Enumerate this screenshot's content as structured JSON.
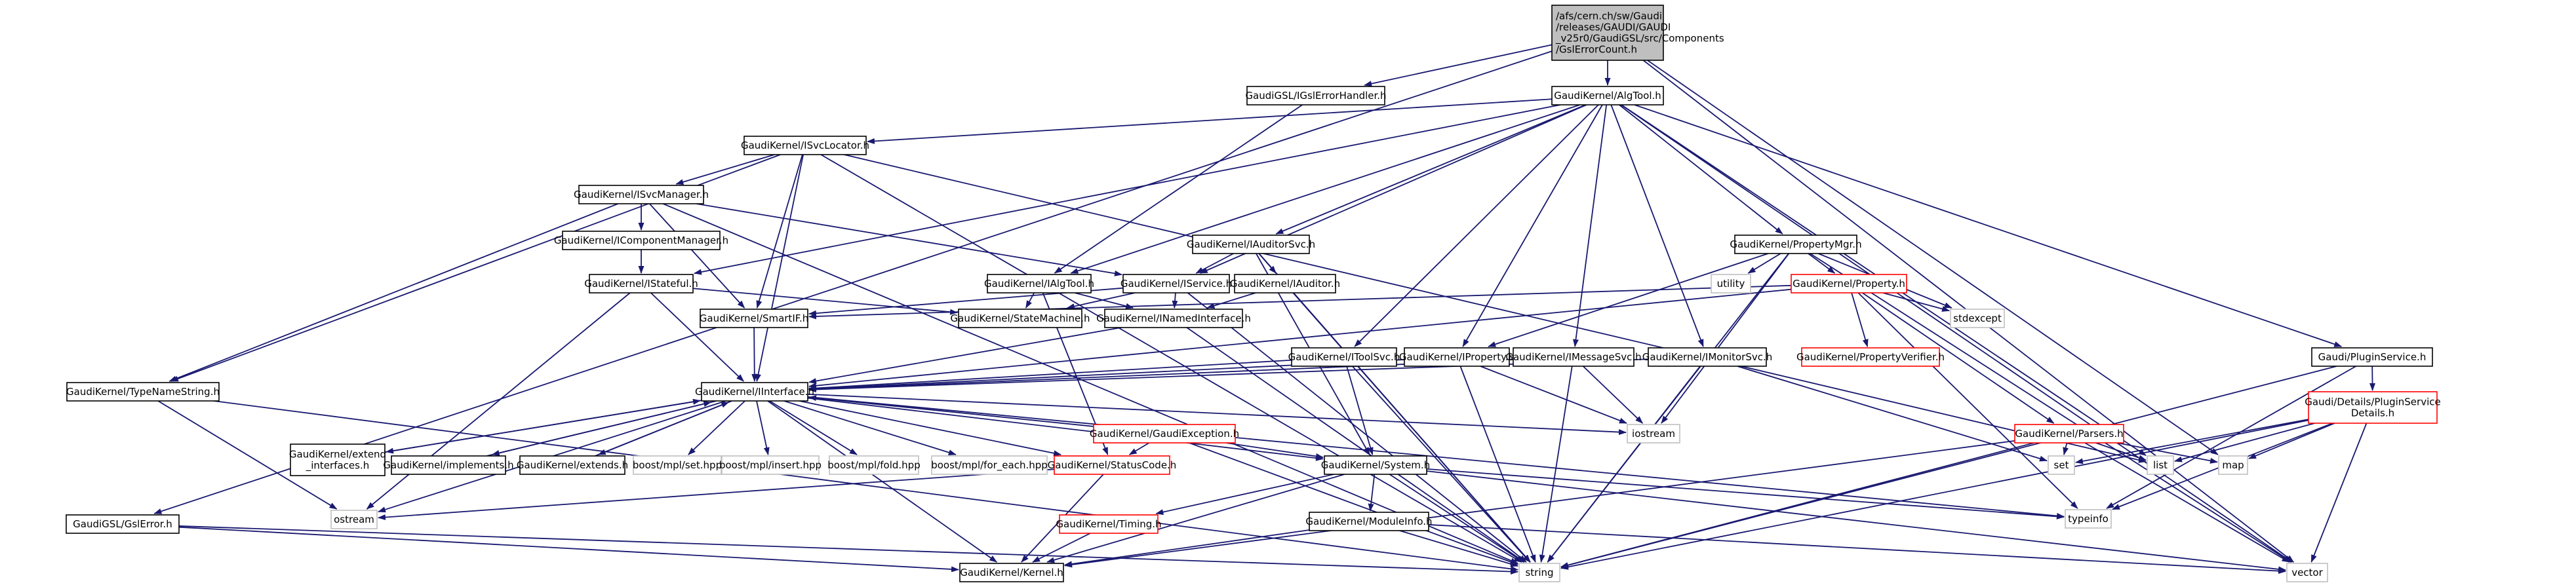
{
  "colors": {
    "edge": "#191970",
    "node_border": "#000000",
    "node_border_external": "#bfbfbf",
    "node_border_incomplete": "#ff0000",
    "root_fill": "#bfbfbf"
  },
  "nodes": [
    {
      "id": "root",
      "kind": "root",
      "lines": [
        "/afs/cern.ch/sw/Gaudi",
        "/releases/GAUDI/GAUDI",
        "_v25r0/GaudiGSL/src/Components",
        "/GslErrorCount.h"
      ]
    },
    {
      "id": "gslerrorhandler",
      "kind": "normal",
      "lines": [
        "GaudiGSL/IGslErrorHandler.h"
      ]
    },
    {
      "id": "algtool",
      "kind": "normal",
      "lines": [
        "GaudiKernel/AlgTool.h"
      ]
    },
    {
      "id": "isvclocator",
      "kind": "normal",
      "lines": [
        "GaudiKernel/ISvcLocator.h"
      ]
    },
    {
      "id": "isvcmanager",
      "kind": "normal",
      "lines": [
        "GaudiKernel/ISvcManager.h"
      ]
    },
    {
      "id": "icomponentmanager",
      "kind": "normal",
      "lines": [
        "GaudiKernel/IComponentManager.h"
      ]
    },
    {
      "id": "istateful",
      "kind": "normal",
      "lines": [
        "GaudiKernel/IStateful.h"
      ]
    },
    {
      "id": "iauditorsvc",
      "kind": "normal",
      "lines": [
        "GaudiKernel/IAuditorSvc.h"
      ]
    },
    {
      "id": "ialgtool",
      "kind": "normal",
      "lines": [
        "GaudiKernel/IAlgTool.h"
      ]
    },
    {
      "id": "iservice",
      "kind": "normal",
      "lines": [
        "GaudiKernel/IService.h"
      ]
    },
    {
      "id": "iauditor",
      "kind": "normal",
      "lines": [
        "GaudiKernel/IAuditor.h"
      ]
    },
    {
      "id": "propertymgr",
      "kind": "normal",
      "lines": [
        "GaudiKernel/PropertyMgr.h"
      ]
    },
    {
      "id": "utility",
      "kind": "external",
      "lines": [
        "utility"
      ]
    },
    {
      "id": "property",
      "kind": "incomplete",
      "lines": [
        "GaudiKernel/Property.h"
      ]
    },
    {
      "id": "stdexcept",
      "kind": "external",
      "lines": [
        "stdexcept"
      ]
    },
    {
      "id": "smartif",
      "kind": "normal",
      "lines": [
        "GaudiKernel/SmartIF.h"
      ]
    },
    {
      "id": "statemachine",
      "kind": "normal",
      "lines": [
        "GaudiKernel/StateMachine.h"
      ]
    },
    {
      "id": "inamedinterface",
      "kind": "normal",
      "lines": [
        "GaudiKernel/INamedInterface.h"
      ]
    },
    {
      "id": "itoolsvc",
      "kind": "normal",
      "lines": [
        "GaudiKernel/IToolSvc.h"
      ]
    },
    {
      "id": "iproperty",
      "kind": "normal",
      "lines": [
        "GaudiKernel/IProperty.h"
      ]
    },
    {
      "id": "imessagesvc",
      "kind": "normal",
      "lines": [
        "GaudiKernel/IMessageSvc.h"
      ]
    },
    {
      "id": "imonitorsvc",
      "kind": "normal",
      "lines": [
        "GaudiKernel/IMonitorSvc.h"
      ]
    },
    {
      "id": "propertyverifier",
      "kind": "incomplete",
      "lines": [
        "GaudiKernel/PropertyVerifier.h"
      ]
    },
    {
      "id": "pluginservice",
      "kind": "normal",
      "lines": [
        "Gaudi/PluginService.h"
      ]
    },
    {
      "id": "typenamestring",
      "kind": "normal",
      "lines": [
        "GaudiKernel/TypeNameString.h"
      ]
    },
    {
      "id": "iinterface",
      "kind": "normal",
      "lines": [
        "GaudiKernel/IInterface.h"
      ]
    },
    {
      "id": "gaudiexception",
      "kind": "incomplete",
      "lines": [
        "GaudiKernel/GaudiException.h"
      ]
    },
    {
      "id": "parsers",
      "kind": "incomplete",
      "lines": [
        "GaudiKernel/Parsers.h"
      ]
    },
    {
      "id": "psdetails",
      "kind": "incomplete",
      "lines": [
        "Gaudi/Details/PluginService",
        "Details.h"
      ]
    },
    {
      "id": "extend_interfaces",
      "kind": "normal",
      "lines": [
        "GaudiKernel/extend",
        "_interfaces.h"
      ]
    },
    {
      "id": "implements",
      "kind": "normal",
      "lines": [
        "GaudiKernel/implements.h"
      ]
    },
    {
      "id": "extends",
      "kind": "normal",
      "lines": [
        "GaudiKernel/extends.h"
      ]
    },
    {
      "id": "mpl_set",
      "kind": "external",
      "lines": [
        "boost/mpl/set.hpp"
      ]
    },
    {
      "id": "mpl_insert",
      "kind": "external",
      "lines": [
        "boost/mpl/insert.hpp"
      ]
    },
    {
      "id": "mpl_fold",
      "kind": "external",
      "lines": [
        "boost/mpl/fold.hpp"
      ]
    },
    {
      "id": "mpl_for_each",
      "kind": "external",
      "lines": [
        "boost/mpl/for_each.hpp"
      ]
    },
    {
      "id": "statuscode",
      "kind": "incomplete",
      "lines": [
        "GaudiKernel/StatusCode.h"
      ]
    },
    {
      "id": "system",
      "kind": "normal",
      "lines": [
        "GaudiKernel/System.h"
      ]
    },
    {
      "id": "iostream",
      "kind": "external",
      "lines": [
        "iostream"
      ]
    },
    {
      "id": "set",
      "kind": "external",
      "lines": [
        "set"
      ]
    },
    {
      "id": "list",
      "kind": "external",
      "lines": [
        "list"
      ]
    },
    {
      "id": "map",
      "kind": "external",
      "lines": [
        "map"
      ]
    },
    {
      "id": "ostream",
      "kind": "external",
      "lines": [
        "ostream"
      ]
    },
    {
      "id": "typeinfo",
      "kind": "external",
      "lines": [
        "typeinfo"
      ]
    },
    {
      "id": "timing",
      "kind": "incomplete",
      "lines": [
        "GaudiKernel/Timing.h"
      ]
    },
    {
      "id": "moduleinfo",
      "kind": "normal",
      "lines": [
        "GaudiKernel/ModuleInfo.h"
      ]
    },
    {
      "id": "gslerror",
      "kind": "normal",
      "lines": [
        "GaudiGSL/GslError.h"
      ]
    },
    {
      "id": "kernel",
      "kind": "normal",
      "lines": [
        "GaudiKernel/Kernel.h"
      ]
    },
    {
      "id": "string",
      "kind": "external",
      "lines": [
        "string"
      ]
    },
    {
      "id": "vector",
      "kind": "external",
      "lines": [
        "vector"
      ]
    }
  ],
  "edges": [
    [
      "root",
      "gslerrorhandler"
    ],
    [
      "root",
      "algtool"
    ],
    [
      "root",
      "gslerror"
    ],
    [
      "root",
      "map"
    ],
    [
      "root",
      "vector"
    ],
    [
      "gslerrorhandler",
      "ialgtool"
    ],
    [
      "algtool",
      "isvclocator"
    ],
    [
      "algtool",
      "ialgtool"
    ],
    [
      "algtool",
      "iservice"
    ],
    [
      "algtool",
      "iauditorsvc"
    ],
    [
      "algtool",
      "propertymgr"
    ],
    [
      "algtool",
      "itoolsvc"
    ],
    [
      "algtool",
      "iproperty"
    ],
    [
      "algtool",
      "imessagesvc"
    ],
    [
      "algtool",
      "imonitorsvc"
    ],
    [
      "algtool",
      "pluginservice"
    ],
    [
      "algtool",
      "istateful"
    ],
    [
      "algtool",
      "list"
    ],
    [
      "algtool",
      "vector"
    ],
    [
      "isvclocator",
      "isvcmanager"
    ],
    [
      "isvclocator",
      "smartif"
    ],
    [
      "isvclocator",
      "typenamestring"
    ],
    [
      "isvclocator",
      "iinterface"
    ],
    [
      "isvclocator",
      "list"
    ],
    [
      "isvclocator",
      "string"
    ],
    [
      "isvcmanager",
      "icomponentmanager"
    ],
    [
      "isvcmanager",
      "iservice"
    ],
    [
      "isvcmanager",
      "typenamestring"
    ],
    [
      "isvcmanager",
      "smartif"
    ],
    [
      "isvcmanager",
      "string"
    ],
    [
      "icomponentmanager",
      "istateful"
    ],
    [
      "istateful",
      "iinterface"
    ],
    [
      "istateful",
      "statemachine"
    ],
    [
      "istateful",
      "ostream"
    ],
    [
      "iauditorsvc",
      "iservice"
    ],
    [
      "iauditorsvc",
      "iauditor"
    ],
    [
      "iauditorsvc",
      "system"
    ],
    [
      "iauditorsvc",
      "string"
    ],
    [
      "ialgtool",
      "inamedinterface"
    ],
    [
      "ialgtool",
      "statemachine"
    ],
    [
      "ialgtool",
      "statuscode"
    ],
    [
      "iservice",
      "inamedinterface"
    ],
    [
      "iservice",
      "statemachine"
    ],
    [
      "iservice",
      "smartif"
    ],
    [
      "iservice",
      "string"
    ],
    [
      "iauditor",
      "inamedinterface"
    ],
    [
      "iauditor",
      "string"
    ],
    [
      "propertymgr",
      "utility"
    ],
    [
      "propertymgr",
      "property"
    ],
    [
      "propertymgr",
      "stdexcept"
    ],
    [
      "propertymgr",
      "iproperty"
    ],
    [
      "propertymgr",
      "iostream"
    ],
    [
      "propertymgr",
      "vector"
    ],
    [
      "propertymgr",
      "string"
    ],
    [
      "property",
      "smartif"
    ],
    [
      "property",
      "propertyverifier"
    ],
    [
      "property",
      "parsers"
    ],
    [
      "property",
      "stdexcept"
    ],
    [
      "property",
      "typeinfo"
    ],
    [
      "property",
      "iinterface"
    ],
    [
      "smartif",
      "iinterface"
    ],
    [
      "inamedinterface",
      "iinterface"
    ],
    [
      "inamedinterface",
      "string"
    ],
    [
      "itoolsvc",
      "iinterface"
    ],
    [
      "itoolsvc",
      "system"
    ],
    [
      "itoolsvc",
      "string"
    ],
    [
      "iproperty",
      "iinterface"
    ],
    [
      "iproperty",
      "iostream"
    ],
    [
      "iproperty",
      "string"
    ],
    [
      "imessagesvc",
      "iinterface"
    ],
    [
      "imessagesvc",
      "iostream"
    ],
    [
      "imessagesvc",
      "string"
    ],
    [
      "imonitorsvc",
      "iinterface"
    ],
    [
      "imonitorsvc",
      "set"
    ],
    [
      "imonitorsvc",
      "string"
    ],
    [
      "pluginservice",
      "psdetails"
    ],
    [
      "pluginservice",
      "typeinfo"
    ],
    [
      "pluginservice",
      "string"
    ],
    [
      "psdetails",
      "map"
    ],
    [
      "psdetails",
      "set"
    ],
    [
      "psdetails",
      "list"
    ],
    [
      "psdetails",
      "typeinfo"
    ],
    [
      "psdetails",
      "string"
    ],
    [
      "psdetails",
      "vector"
    ],
    [
      "typenamestring",
      "string"
    ],
    [
      "typenamestring",
      "ostream"
    ],
    [
      "parsers",
      "set"
    ],
    [
      "parsers",
      "list"
    ],
    [
      "parsers",
      "map"
    ],
    [
      "parsers",
      "string"
    ],
    [
      "parsers",
      "vector"
    ],
    [
      "parsers",
      "kernel"
    ],
    [
      "iinterface",
      "extend_interfaces"
    ],
    [
      "iinterface",
      "implements"
    ],
    [
      "iinterface",
      "extends"
    ],
    [
      "iinterface",
      "mpl_set"
    ],
    [
      "iinterface",
      "mpl_insert"
    ],
    [
      "iinterface",
      "mpl_fold"
    ],
    [
      "iinterface",
      "mpl_for_each"
    ],
    [
      "iinterface",
      "statuscode"
    ],
    [
      "iinterface",
      "system"
    ],
    [
      "iinterface",
      "iostream"
    ],
    [
      "iinterface",
      "typeinfo"
    ],
    [
      "iinterface",
      "kernel"
    ],
    [
      "iinterface",
      "ostream"
    ],
    [
      "extend_interfaces",
      "iinterface"
    ],
    [
      "implements",
      "iinterface"
    ],
    [
      "extends",
      "iinterface"
    ],
    [
      "gaudiexception",
      "statuscode"
    ],
    [
      "gaudiexception",
      "system"
    ],
    [
      "gaudiexception",
      "string"
    ],
    [
      "gaudiexception",
      "iinterface"
    ],
    [
      "statuscode",
      "kernel"
    ],
    [
      "statuscode",
      "ostream"
    ],
    [
      "system",
      "timing"
    ],
    [
      "system",
      "moduleinfo"
    ],
    [
      "system",
      "kernel"
    ],
    [
      "system",
      "string"
    ],
    [
      "system",
      "vector"
    ],
    [
      "system",
      "typeinfo"
    ],
    [
      "timing",
      "kernel"
    ],
    [
      "moduleinfo",
      "kernel"
    ],
    [
      "moduleinfo",
      "string"
    ],
    [
      "moduleinfo",
      "vector"
    ],
    [
      "gslerror",
      "kernel"
    ],
    [
      "gslerror",
      "string"
    ]
  ]
}
